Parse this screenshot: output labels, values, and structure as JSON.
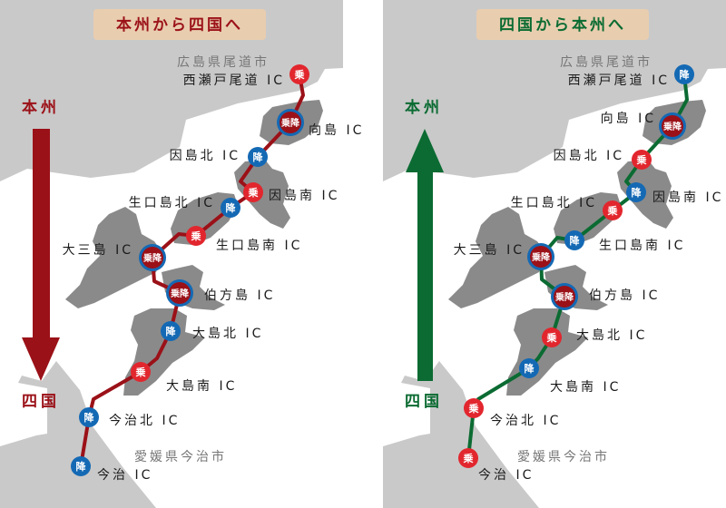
{
  "colors": {
    "red_route": "#9b1118",
    "green_route": "#0b6b32",
    "board": "#e2262e",
    "alight": "#1469b4",
    "both": "#9b1118",
    "land": "#c9c9c9",
    "island": "#8a8a8a",
    "title_bg": "#e9cdaf"
  },
  "legend": {
    "board": "乗",
    "alight": "降",
    "both": "乗降"
  },
  "panels": [
    {
      "title": "本州から四国へ",
      "honshu": "本州",
      "shikoku": "四国",
      "direction": "down",
      "city_top": "広島県尾道市",
      "city_bottom": "愛媛県今治市",
      "ics": [
        {
          "name": "西瀬戸尾道 IC",
          "type": "board"
        },
        {
          "name": "向島 IC",
          "type": "both"
        },
        {
          "name": "因島北 IC",
          "type": "alight"
        },
        {
          "name": "因島南 IC",
          "type": "board"
        },
        {
          "name": "生口島北 IC",
          "type": "alight"
        },
        {
          "name": "生口島南 IC",
          "type": "board"
        },
        {
          "name": "大三島 IC",
          "type": "both"
        },
        {
          "name": "伯方島 IC",
          "type": "both"
        },
        {
          "name": "大島北 IC",
          "type": "alight"
        },
        {
          "name": "大島南 IC",
          "type": "board"
        },
        {
          "name": "今治北 IC",
          "type": "alight"
        },
        {
          "name": "今治 IC",
          "type": "alight"
        }
      ]
    },
    {
      "title": "四国から本州へ",
      "honshu": "本州",
      "shikoku": "四国",
      "direction": "up",
      "city_top": "広島県尾道市",
      "city_bottom": "愛媛県今治市",
      "ics": [
        {
          "name": "西瀬戸尾道 IC",
          "type": "alight"
        },
        {
          "name": "向島 IC",
          "type": "both"
        },
        {
          "name": "因島北 IC",
          "type": "board"
        },
        {
          "name": "因島南 IC",
          "type": "alight"
        },
        {
          "name": "生口島北 IC",
          "type": "board"
        },
        {
          "name": "生口島南 IC",
          "type": "alight"
        },
        {
          "name": "大三島 IC",
          "type": "both"
        },
        {
          "name": "伯方島 IC",
          "type": "both"
        },
        {
          "name": "大島北 IC",
          "type": "board"
        },
        {
          "name": "大島南 IC",
          "type": "alight"
        },
        {
          "name": "今治北 IC",
          "type": "board"
        },
        {
          "name": "今治 IC",
          "type": "board"
        }
      ]
    }
  ]
}
